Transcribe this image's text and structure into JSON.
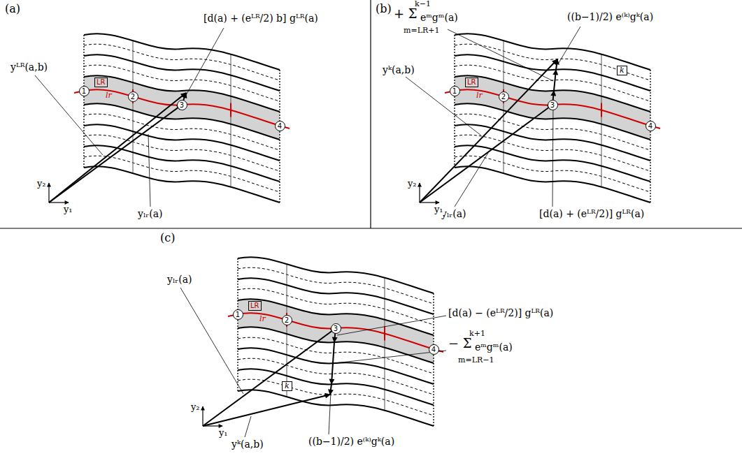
{
  "diagram": {
    "nodes": [
      {
        "text": [
          "1"
        ]
      },
      {
        "text": [
          "2"
        ]
      },
      {
        "text": [
          "3"
        ]
      },
      {
        "text": [
          "4"
        ]
      },
      {
        "text": [
          "LR"
        ]
      },
      {
        "text": [
          "1"
        ]
      },
      {
        "text": [
          "2"
        ]
      },
      {
        "text": [
          "3"
        ]
      },
      {
        "text": [
          "4"
        ]
      },
      {
        "text": [
          "LR"
        ]
      },
      {
        "text": [
          "k"
        ]
      },
      {
        "text": [
          "1"
        ]
      },
      {
        "text": [
          "2"
        ]
      },
      {
        "text": [
          "3"
        ]
      },
      {
        "text": [
          "4"
        ]
      },
      {
        "text": [
          "LR"
        ]
      },
      {
        "text": [
          "k"
        ]
      }
    ],
    "labels": [
      "(a)",
      "[d(a) + (eᴸᴿ/2) b] gᴸᴿ(a)",
      "yᴸᴿ(a,b)",
      "yₗᵣ(a)",
      "lr",
      "y₂",
      "y₁",
      "(b)",
      "k−1",
      "+ Σ",
      "eᵐgᵐ(a)",
      "m=LR+1",
      "((b−1)/2) e⁽ᵏ⁾gᵏ(a)",
      "yᵏ(a,b)",
      "yₗᵣ(a)",
      "[d(a) + (eᴸᴿ/2)] gᴸᴿ(a)",
      "lr",
      "y₂",
      "y₁",
      "(c)",
      "yₗᵣ(a)",
      "[d(a) − (eᴸᴿ/2)] gᴸᴿ(a)",
      "k+1",
      "− Σ",
      "eᵐgᵐ(a)",
      "m=LR−1",
      "((b−1)/2) e⁽ᵏ⁾gᵏ(a)",
      "yᵏ(a,b)",
      "lr",
      "y₂",
      "y₁"
    ]
  }
}
